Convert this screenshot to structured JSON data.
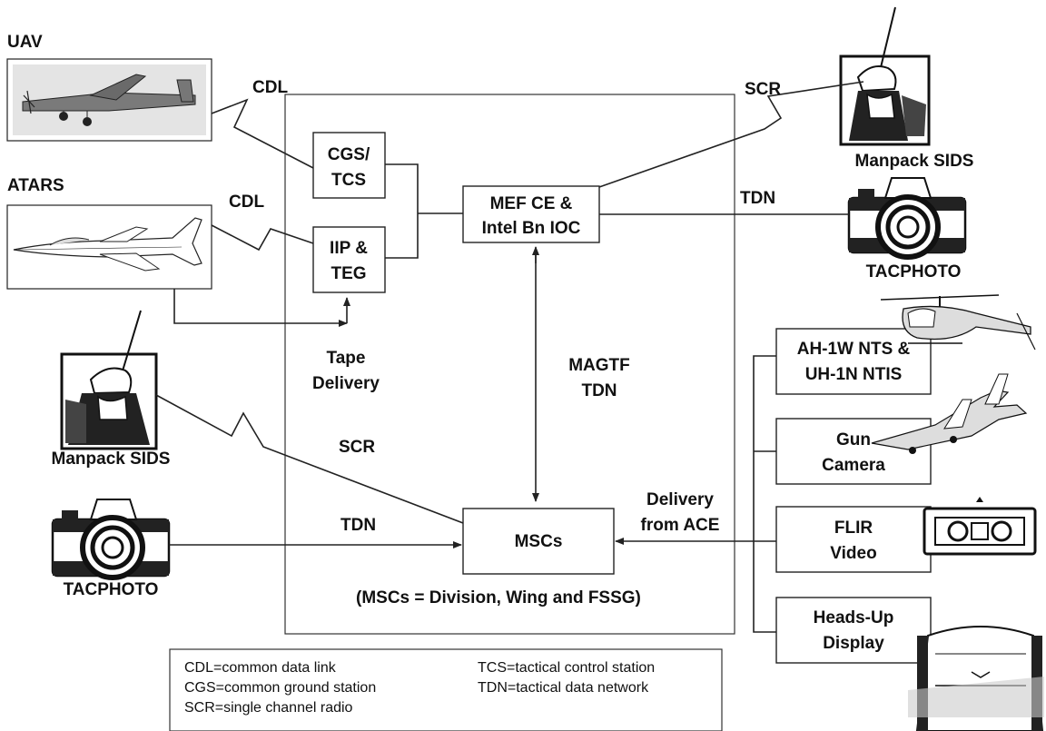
{
  "sources": {
    "uav": "UAV",
    "atars": "ATARS",
    "manpack_top": "Manpack SIDS",
    "tacphoto_top": "TACPHOTO",
    "manpack_left": "Manpack SIDS",
    "tacphoto_left": "TACPHOTO"
  },
  "boxes": {
    "cgs": [
      "CGS/",
      "TCS"
    ],
    "iip": [
      "IIP &",
      "TEG"
    ],
    "mef": [
      "MEF CE &",
      "Intel Bn IOC"
    ],
    "mscs": "MSCs",
    "ah1w": [
      "AH-1W NTS &",
      "UH-1N NTIS"
    ],
    "gun": [
      "Gun",
      "Camera"
    ],
    "flir": [
      "FLIR",
      "Video"
    ],
    "hud": [
      "Heads-Up",
      "Display"
    ]
  },
  "links": {
    "cdl_top": "CDL",
    "cdl_mid": "CDL",
    "scr_top": "SCR",
    "tdn_top": "TDN",
    "scr_left": "SCR",
    "tdn_left": "TDN",
    "tape": [
      "Tape",
      "Delivery"
    ],
    "magtf": [
      "MAGTF",
      "TDN"
    ],
    "ace": [
      "Delivery",
      "from ACE"
    ]
  },
  "note": "(MSCs = Division, Wing and FSSG)",
  "legend": [
    "CDL=common data link",
    "TCS=tactical control station",
    "CGS=common ground station",
    "TDN=tactical data network",
    "SCR=single channel radio"
  ]
}
